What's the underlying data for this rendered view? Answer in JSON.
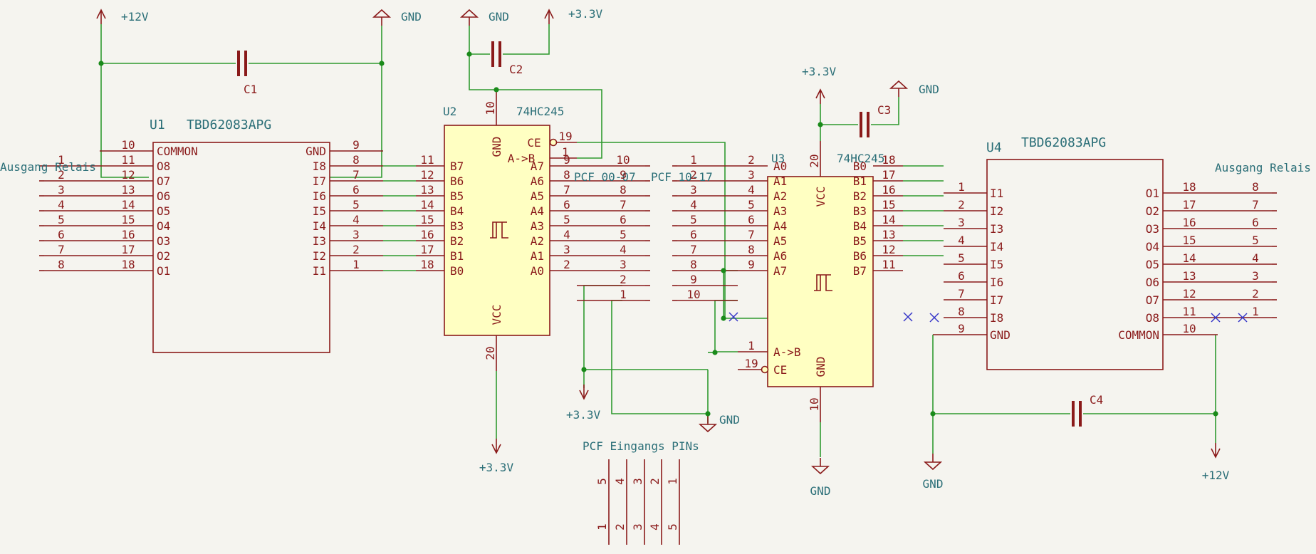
{
  "colors": {
    "background": "#f5f4ef",
    "wire": "#2f9a2f",
    "pin": "#8a1a1a",
    "body_stroke": "#8a1a1a",
    "ic_fill": "#ffffc2",
    "power": "#8a1a1a",
    "net_label": "#2a6e77",
    "pin_text": "#8a1a1a",
    "junction": "#1a8a1a",
    "noconnect": "#3636c8"
  },
  "labels": {
    "vcc12": "+12V",
    "vcc33": "+3.3V",
    "gnd": "GND",
    "c1": "C1",
    "c2": "C2",
    "c3": "C3",
    "c4": "C4",
    "u1_ref": "U1",
    "u1_value": "TBD62083APG",
    "u2_ref": "U2",
    "u2_value": "74HC245",
    "u3_ref": "U3",
    "u3_value": "74HC245",
    "u4_ref": "U4",
    "u4_value": "TBD62083APG",
    "ausgang_left": "Ausgang Relais",
    "ausgang_right": "Ausgang Relais",
    "pcf_00": "PCF 00-07",
    "pcf_10": "PCF 10-17",
    "pcf_eingang": "PCF Eingangs PINs"
  },
  "u1": {
    "left_numbers": [
      "10",
      "11",
      "12",
      "13",
      "14",
      "15",
      "16",
      "17",
      "18"
    ],
    "left_names": [
      "COMMON",
      "O8",
      "O7",
      "O6",
      "O5",
      "O4",
      "O3",
      "O2",
      "O1"
    ],
    "right_numbers": [
      "9",
      "8",
      "7",
      "6",
      "5",
      "4",
      "3",
      "2",
      "1"
    ],
    "right_names": [
      "GND",
      "I8",
      "I7",
      "I6",
      "I5",
      "I4",
      "I3",
      "I2",
      "I1"
    ]
  },
  "u2": {
    "top_pin": "10",
    "bottom_pin": "20",
    "gnd_name": "GND",
    "vcc_name": "VCC",
    "left_numbers": [
      "11",
      "12",
      "13",
      "14",
      "15",
      "16",
      "17",
      "18"
    ],
    "left_names": [
      "B7",
      "B6",
      "B5",
      "B4",
      "B3",
      "B2",
      "B1",
      "B0"
    ],
    "right_numbers": [
      "9",
      "8",
      "7",
      "6",
      "5",
      "4",
      "3",
      "2"
    ],
    "right_names": [
      "A7",
      "A6",
      "A5",
      "A4",
      "A3",
      "A2",
      "A1",
      "A0"
    ],
    "ce_name": "CE",
    "ce_pin": "19",
    "dir_name": "A->B",
    "dir_pin": "1"
  },
  "u3": {
    "top_pin": "20",
    "bottom_pin": "10",
    "vcc_name": "VCC",
    "gnd_name": "GND",
    "left_numbers": [
      "2",
      "3",
      "4",
      "5",
      "6",
      "7",
      "8",
      "9"
    ],
    "left_names": [
      "A0",
      "A1",
      "A2",
      "A3",
      "A4",
      "A5",
      "A6",
      "A7"
    ],
    "dir_name": "A->B",
    "dir_pin": "1",
    "ce_name": "CE",
    "ce_pin": "19",
    "right_numbers": [
      "18",
      "17",
      "16",
      "15",
      "14",
      "13",
      "12",
      "11"
    ],
    "right_names": [
      "B0",
      "B1",
      "B2",
      "B3",
      "B4",
      "B5",
      "B6",
      "B7"
    ]
  },
  "u4": {
    "left_numbers": [
      "1",
      "2",
      "3",
      "4",
      "5",
      "6",
      "7",
      "8",
      "9"
    ],
    "left_names": [
      "I1",
      "I2",
      "I3",
      "I4",
      "I5",
      "I6",
      "I7",
      "I8",
      "GND"
    ],
    "right_numbers": [
      "18",
      "17",
      "16",
      "15",
      "14",
      "13",
      "12",
      "11",
      "10"
    ],
    "right_names": [
      "O1",
      "O2",
      "O3",
      "O4",
      "O5",
      "O6",
      "O7",
      "O8",
      "COMMON"
    ]
  },
  "connectors": {
    "relay_left": [
      "1",
      "2",
      "3",
      "4",
      "5",
      "6",
      "7",
      "8"
    ],
    "relay_right": [
      "8",
      "7",
      "6",
      "5",
      "4",
      "3",
      "2",
      "1"
    ],
    "pcf_a": [
      "10",
      "9",
      "8",
      "7",
      "6",
      "5",
      "4",
      "3",
      "2",
      "1"
    ],
    "pcf_b": [
      "1",
      "2",
      "3",
      "4",
      "5",
      "6",
      "7",
      "8",
      "9",
      "10"
    ],
    "eingang_top": [
      "5",
      "4",
      "3",
      "2",
      "1"
    ],
    "eingang_bottom": [
      "1",
      "2",
      "3",
      "4",
      "5"
    ]
  }
}
